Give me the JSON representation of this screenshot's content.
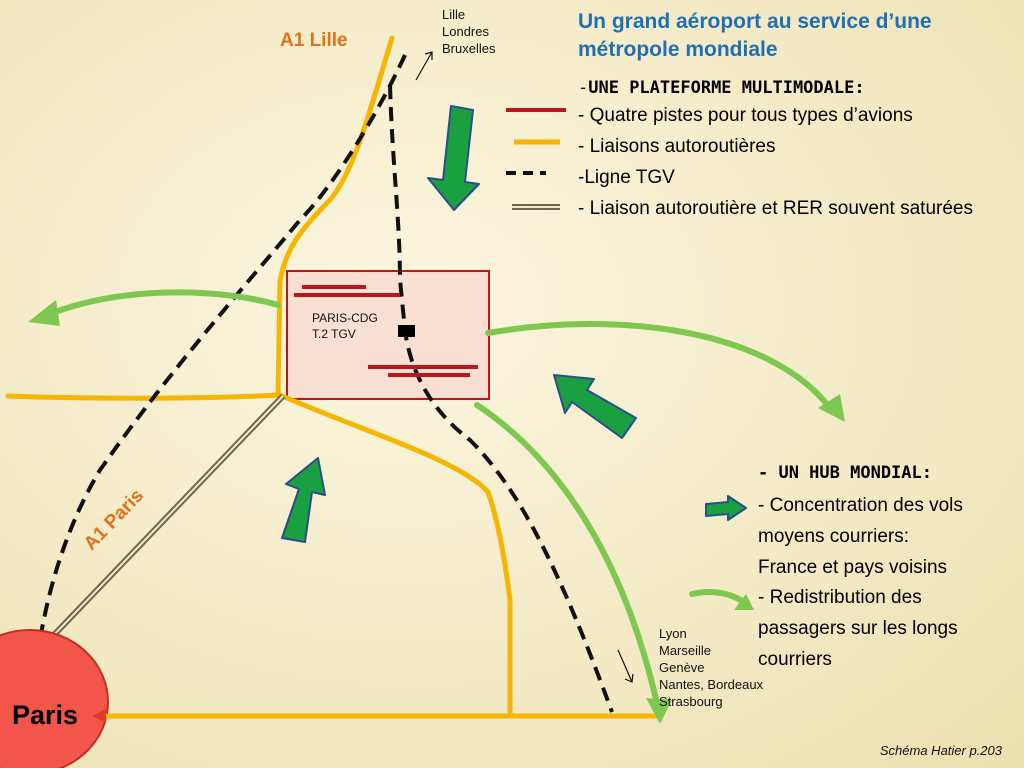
{
  "title": "Un grand aéroport au service d’une métropole mondiale",
  "plateforme": {
    "heading_prefix": "-",
    "heading": "UNE PLATEFORME MULTIMODALE:",
    "items": [
      {
        "text": "- Quatre pistes pour tous types d’avions",
        "color": "#c0141c"
      },
      {
        "text": "- Liaisons autoroutières",
        "color": "#f6b500"
      },
      {
        "text": "-Ligne TGV",
        "color": "#111111"
      },
      {
        "text": "- Liaison autoroutière et RER souvent saturées",
        "color": "#6e6650"
      }
    ]
  },
  "hub": {
    "heading": "- UN HUB MONDIAL:",
    "item1": [
      "- Concentration des vols",
      "moyens courriers:",
      "France et pays voisins"
    ],
    "item2": [
      "- Redistribution des",
      "passagers sur les longs",
      "courriers"
    ]
  },
  "map": {
    "north_destinations": [
      "Lille",
      "Londres",
      "Bruxelles"
    ],
    "south_destinations": [
      "Lyon",
      "Marseille",
      "Genève",
      "Nantes, Bordeaux",
      "Strasbourg"
    ],
    "airport_label": [
      "PARIS-CDG",
      "T.2 TGV"
    ],
    "road_north": "A1 Lille",
    "road_south": "A1 Paris",
    "city": "Paris"
  },
  "source": "Schéma Hatier p.203",
  "colors": {
    "highway": "#f6b500",
    "runway": "#c0141c",
    "tgv": "#111111",
    "light_green": "#7ec850",
    "dark_green": "#1aa040",
    "paris": "#f2554a",
    "title": "#1f6fb6",
    "road_label": "#e07318"
  }
}
